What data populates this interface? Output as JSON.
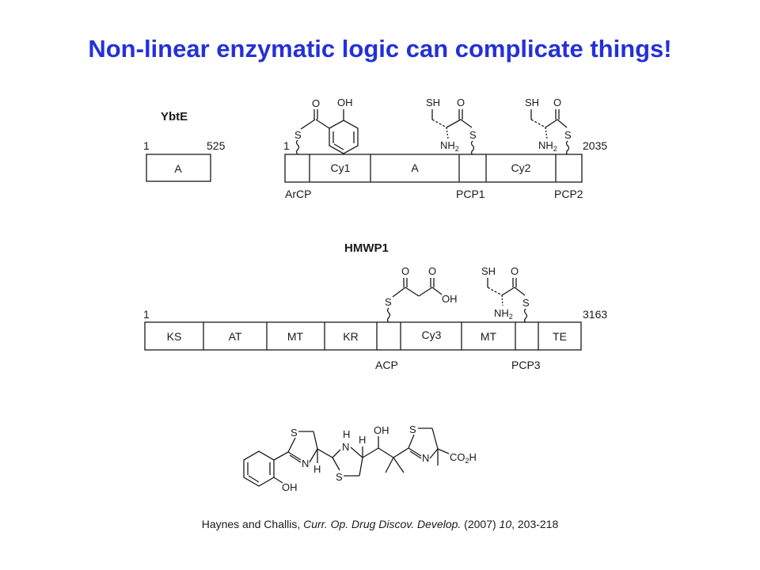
{
  "slide": {
    "title": "Non-linear enzymatic logic can complicate things!",
    "citation": {
      "authors": "Haynes and Challis, ",
      "journal": "Curr. Op. Drug Discov. Develop.",
      "year": " (2007) ",
      "volume": "10",
      "pages": ", 203-218"
    }
  },
  "ybte": {
    "name": "YbtE",
    "start": "1",
    "end": "525",
    "domain": "A"
  },
  "hmwp2": {
    "start": "1",
    "end": "2035",
    "domains": [
      "Cy1",
      "A",
      "Cy2"
    ],
    "carriers": [
      "ArCP",
      "PCP1",
      "PCP2"
    ]
  },
  "hmwp1": {
    "name": "HMWP1",
    "start": "1",
    "end": "3163",
    "domains": [
      "KS",
      "AT",
      "MT",
      "KR",
      "Cy3",
      "MT",
      "TE"
    ],
    "carriers": [
      "ACP",
      "PCP3"
    ]
  },
  "atoms": {
    "o": "O",
    "oh": "OH",
    "s": "S",
    "sh": "SH",
    "nh": "NH",
    "sub2": "2",
    "n": "N",
    "h": "H",
    "co": "CO",
    "sub_h": "H"
  }
}
